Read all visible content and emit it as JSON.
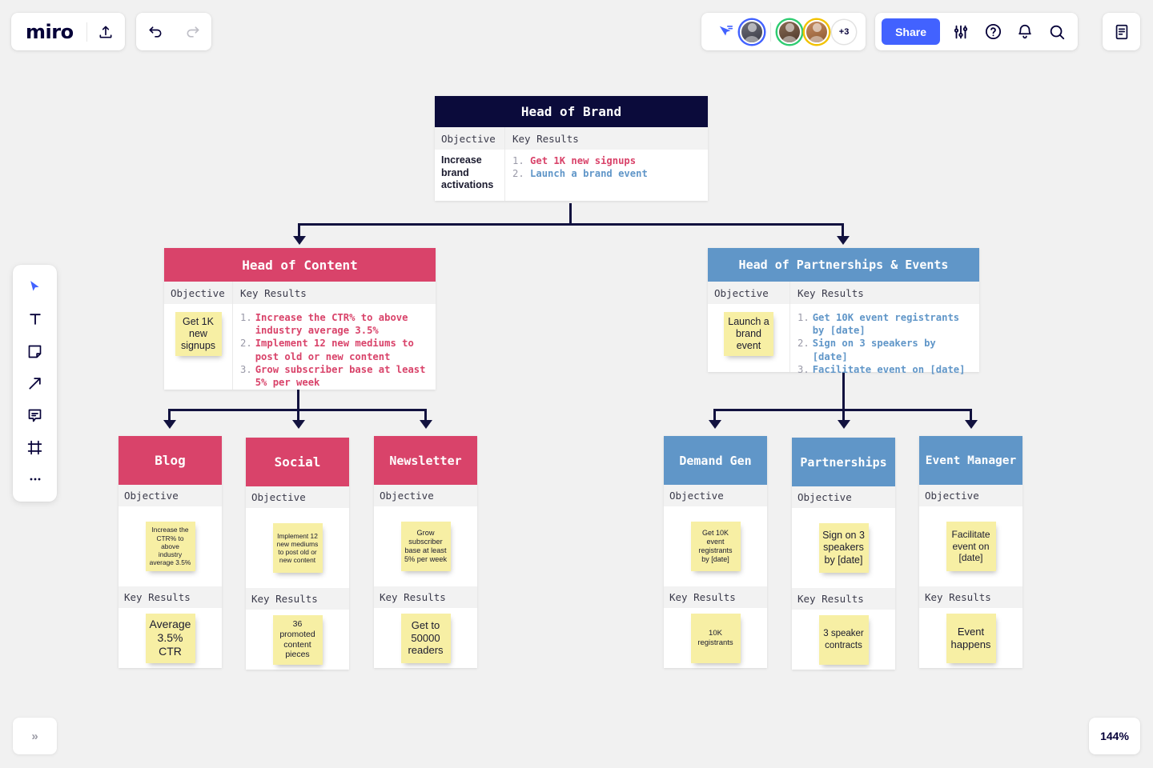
{
  "app": {
    "name": "miro",
    "zoom_level": "144%",
    "collapse_label": "»"
  },
  "toolbar_top_left": {
    "logo": "miro",
    "upload_icon": "upload-icon",
    "undo_icon": "undo-icon",
    "redo_icon": "redo-icon"
  },
  "toolbar_top_right": {
    "cursor_share_icon": "cursor-share-icon",
    "avatars": [
      {
        "name": "avatar-self",
        "label": ""
      },
      {
        "name": "avatar-collaborator-1",
        "label": ""
      },
      {
        "name": "avatar-collaborator-2",
        "label": ""
      }
    ],
    "overflow_count": "+3",
    "share_label": "Share",
    "settings_icon": "sliders-icon",
    "help_icon": "help-circle-icon",
    "notifications_icon": "bell-icon",
    "search_icon": "search-icon",
    "panel_icon": "notes-panel-icon"
  },
  "left_toolbar": {
    "tools": [
      {
        "name": "select-tool",
        "icon": "cursor-icon",
        "active": true
      },
      {
        "name": "text-tool",
        "icon": "text-icon",
        "active": false
      },
      {
        "name": "sticky-note-tool",
        "icon": "sticky-note-icon",
        "active": false
      },
      {
        "name": "arrow-tool",
        "icon": "arrow-icon",
        "active": false
      },
      {
        "name": "comment-tool",
        "icon": "comment-icon",
        "active": false
      },
      {
        "name": "frame-tool",
        "icon": "frame-icon",
        "active": false
      },
      {
        "name": "more-tools",
        "icon": "ellipsis-icon",
        "active": false
      }
    ]
  },
  "board": {
    "labels": {
      "objective": "Objective",
      "key_results": "Key Results"
    },
    "colors": {
      "navy": "#0B0B3B",
      "pink": "#D9436A",
      "blue": "#6096C8",
      "sticky_yellow": "#F7EFA4",
      "row_gray": "#F2F2F2",
      "connector": "#12123F",
      "accent_brand": "#4262FF"
    },
    "cards": {
      "head_of_brand": {
        "title": "Head of Brand",
        "objective": "Increase brand activations",
        "key_results": [
          {
            "num": "1.",
            "text": "Get 1K new signups",
            "color": "pink"
          },
          {
            "num": "2.",
            "text": "Launch a brand event",
            "color": "blue"
          }
        ]
      },
      "head_of_content": {
        "title": "Head of Content",
        "objective_sticky": "Get 1K new signups",
        "key_results": [
          {
            "num": "1.",
            "text": "Increase the CTR% to above industry average 3.5%"
          },
          {
            "num": "2.",
            "text": "Implement 12 new mediums to post old or new content"
          },
          {
            "num": "3.",
            "text": "Grow subscriber base at least 5% per week"
          }
        ]
      },
      "head_of_partnerships": {
        "title": "Head of Partnerships & Events",
        "objective_sticky": "Launch a brand event",
        "key_results": [
          {
            "num": "1.",
            "text": "Get 10K event registrants by [date]"
          },
          {
            "num": "2.",
            "text": "Sign on 3 speakers by [date]"
          },
          {
            "num": "3.",
            "text": "Facilitate event on [date]"
          }
        ]
      },
      "blog": {
        "title": "Blog",
        "objective_sticky": "Increase the CTR% to above industry average 3.5%",
        "key_result_sticky": "Average 3.5% CTR"
      },
      "social": {
        "title": "Social",
        "objective_sticky": "Implement 12 new mediums to post old or new content",
        "key_result_sticky": "36 promoted content pieces"
      },
      "newsletter": {
        "title": "Newsletter",
        "objective_sticky": "Grow subscriber base at least 5% per week",
        "key_result_sticky": "Get to 50000 readers"
      },
      "demand_gen": {
        "title": "Demand Gen",
        "objective_sticky": "Get 10K event registrants by [date]",
        "key_result_sticky": "10K registrants"
      },
      "partnerships": {
        "title": "Partnerships",
        "objective_sticky": "Sign on 3 speakers by [date]",
        "key_result_sticky": "3 speaker contracts"
      },
      "event_manager": {
        "title": "Event Manager",
        "objective_sticky": "Facilitate event on [date]",
        "key_result_sticky": "Event happens"
      }
    }
  }
}
